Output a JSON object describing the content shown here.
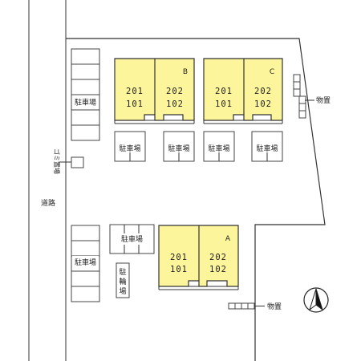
{
  "road": {
    "label": "道路"
  },
  "labels": {
    "parking": "駐車場",
    "garbage": "ゴミ置場",
    "bicycle": "駐輪場",
    "storage": "物置"
  },
  "buildings": [
    {
      "name": "B",
      "units_top": [
        "201",
        "202"
      ],
      "units_bottom": [
        "101",
        "102"
      ]
    },
    {
      "name": "C",
      "units_top": [
        "201",
        "202"
      ],
      "units_bottom": [
        "101",
        "102"
      ]
    },
    {
      "name": "A",
      "units_top": [
        "201",
        "202"
      ],
      "units_bottom": [
        "101",
        "102"
      ]
    }
  ],
  "colors": {
    "building_fill": "#fdf59b",
    "line": "#333333"
  },
  "icons": {
    "compass": "north-arrow-icon"
  }
}
